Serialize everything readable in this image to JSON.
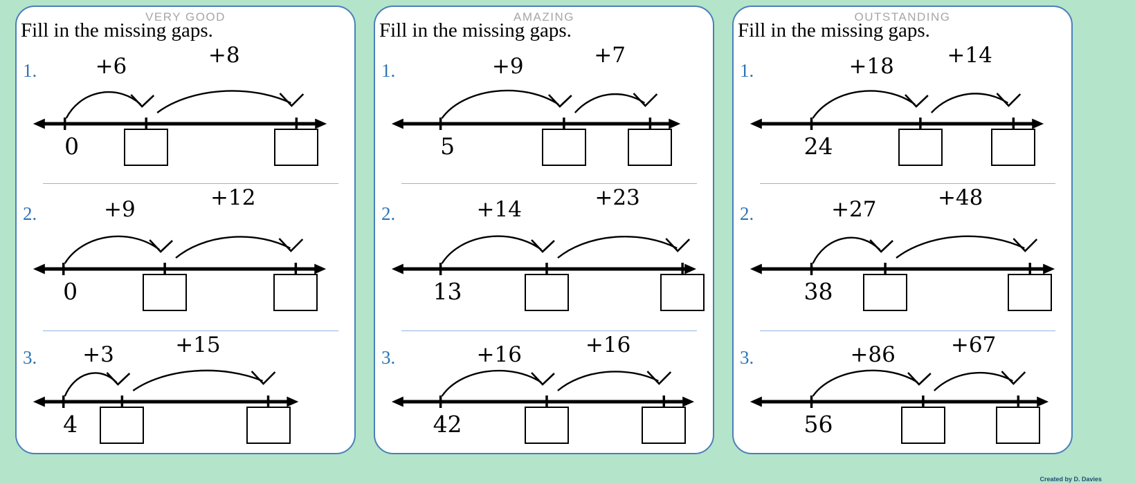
{
  "page": {
    "credit": "Created by D. Davies"
  },
  "colors": {
    "background_mint": "#b4e4c9",
    "panel_border_blue": "#4a7ebb",
    "divider_blue": "#8eb4e3",
    "problem_number_blue": "#2e74b5",
    "badge_gray": "#a6a6a6",
    "ink_black": "#000000"
  },
  "panels": [
    {
      "badge": "VERY GOOD",
      "title": "Fill in the missing gaps.",
      "problems": [
        {
          "num": "1.",
          "start": "0",
          "jump1": "+6",
          "jump2": "+8"
        },
        {
          "num": "2.",
          "start": "0",
          "jump1": "+9",
          "jump2": "+12"
        },
        {
          "num": "3.",
          "start": "4",
          "jump1": "+3",
          "jump2": "+15"
        }
      ]
    },
    {
      "badge": "AMAZING",
      "title": "Fill in the missing gaps.",
      "problems": [
        {
          "num": "1.",
          "start": "5",
          "jump1": "+9",
          "jump2": "+7"
        },
        {
          "num": "2.",
          "start": "13",
          "jump1": "+14",
          "jump2": "+23"
        },
        {
          "num": "3.",
          "start": "42",
          "jump1": "+16",
          "jump2": "+16"
        }
      ]
    },
    {
      "badge": "OUTSTANDING",
      "title": "Fill in the missing gaps.",
      "problems": [
        {
          "num": "1.",
          "start": "24",
          "jump1": "+18",
          "jump2": "+14"
        },
        {
          "num": "2.",
          "start": "38",
          "jump1": "+27",
          "jump2": "+48"
        },
        {
          "num": "3.",
          "start": "56",
          "jump1": "+86",
          "jump2": "+67"
        }
      ]
    }
  ]
}
